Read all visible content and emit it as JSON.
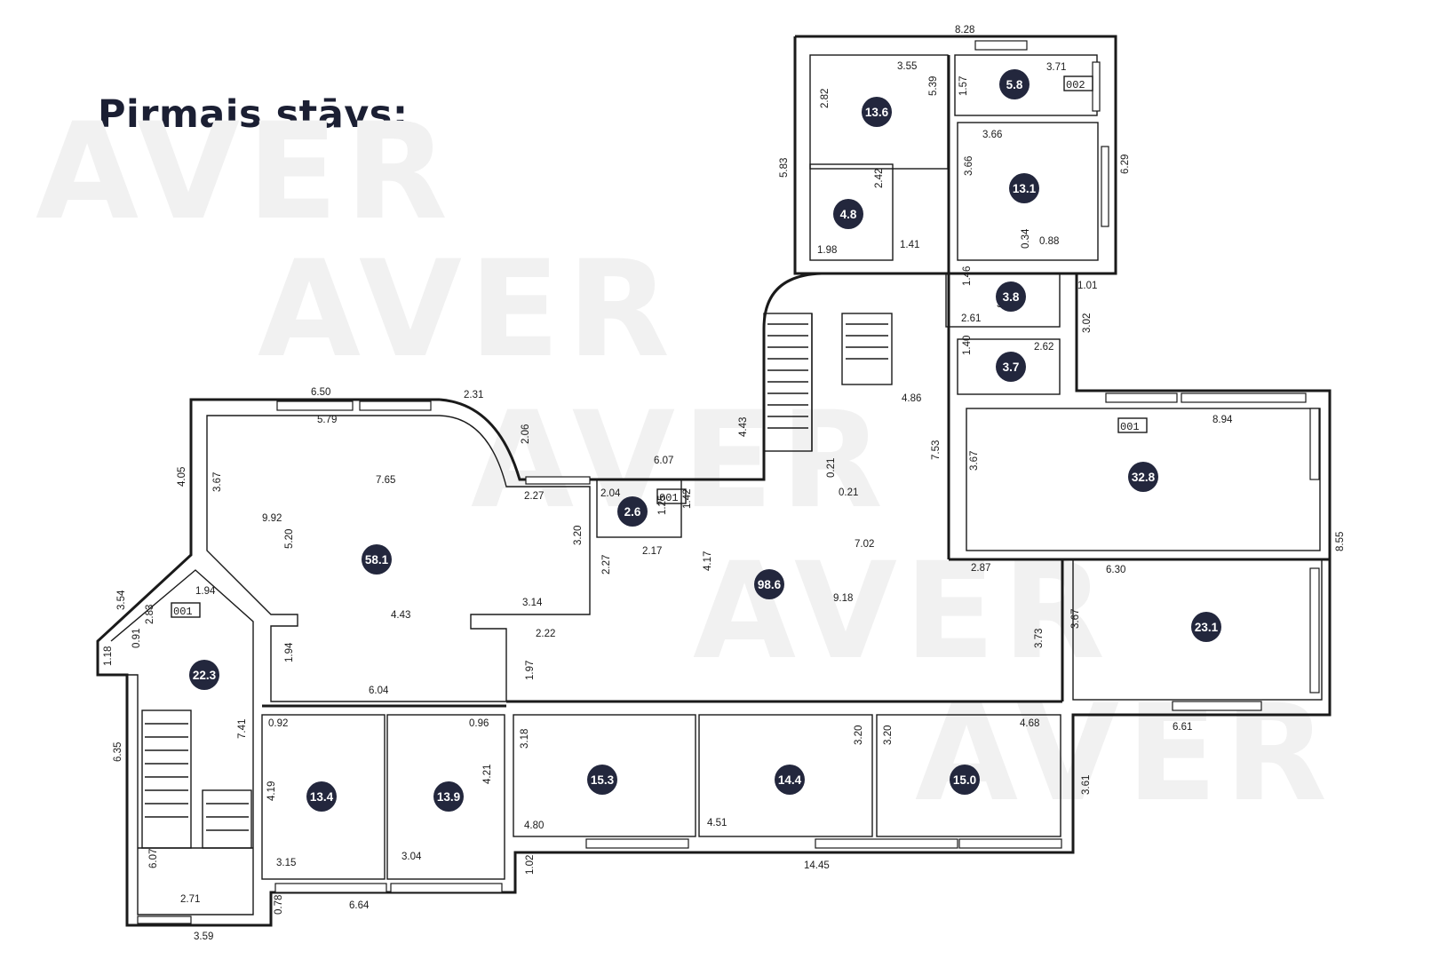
{
  "title": "Pirmais stāvs:",
  "watermark": "AVER",
  "colors": {
    "badge": "#23273d",
    "wall": "#1a1a1a",
    "watermark": "#f1f1f1"
  },
  "rooms": [
    "13.6",
    "5.8",
    "13.1",
    "4.8",
    "3.8",
    "3.7",
    "32.8",
    "2.6",
    "58.1",
    "98.6",
    "23.1",
    "22.3",
    "13.4",
    "13.9",
    "15.3",
    "14.4",
    "15.0"
  ],
  "dimensions": [
    "8.28",
    "3.55",
    "3.71",
    "5.39",
    "1.57",
    "2.82",
    "5.83",
    "3.66",
    "3.66",
    "6.29",
    "2.42",
    "1.98",
    "1.41",
    "0.34",
    "0.88",
    "1.46",
    "3.8",
    "2.61",
    "1.01",
    "3.02",
    "1.40",
    "2.62",
    "4.86",
    "6.50",
    "2.31",
    "5.79",
    "2.06",
    "6.07",
    "4.43",
    "8.94",
    "3.67",
    "7.53",
    "0.21",
    "0.21",
    "7.65",
    "4.05",
    "3.67",
    "9.92",
    "2.27",
    "2.04",
    "1.42",
    "1.25",
    "5.20",
    "3.20",
    "2.17",
    "7.02",
    "2.87",
    "6.30",
    "8.55",
    "3.54",
    "1.94",
    "2.83",
    "0.91",
    "1.18",
    "4.43",
    "2.27",
    "4.17",
    "3.14",
    "9.18",
    "3.67",
    "2.22",
    "3.73",
    "1.94",
    "1.97",
    "6.04",
    "0.92",
    "0.96",
    "7.41",
    "3.18",
    "3.20",
    "3.20",
    "4.68",
    "6.61",
    "6.35",
    "4.19",
    "4.21",
    "3.61",
    "4.80",
    "4.51",
    "6.07",
    "3.15",
    "3.04",
    "14.45",
    "2.71",
    "1.02",
    "0.78",
    "6.64",
    "3.59"
  ],
  "codes": [
    "002",
    "001",
    "001",
    "001"
  ]
}
